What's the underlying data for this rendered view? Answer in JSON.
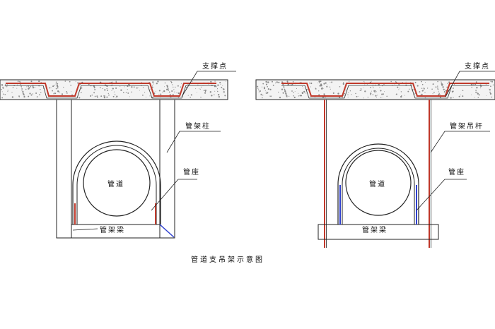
{
  "caption": "管道支吊架示意图",
  "left": {
    "support_point": "支撑点",
    "column": "管架柱",
    "seat": "管座",
    "pipe": "管道",
    "beam": "管架梁"
  },
  "right": {
    "support_point": "支撑点",
    "hanger_rod": "管架吊杆",
    "seat": "管座",
    "pipe": "管道",
    "beam": "管架梁"
  },
  "colors": {
    "line": "#222222",
    "slab_fill": "#f3f3f3",
    "speckle": "#8a8a8a",
    "embed": "#c0392b",
    "seat_blue": "#2e3fcf"
  }
}
